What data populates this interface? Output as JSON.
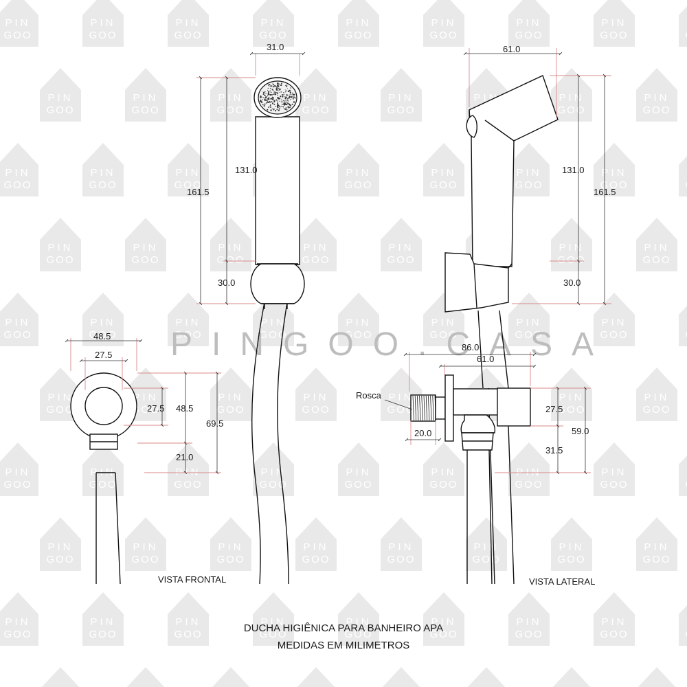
{
  "watermark": {
    "brand": "PINGOO.CASA",
    "tile_line1": "PIN",
    "tile_line2": "GOO"
  },
  "title": {
    "line1": "DUCHA HIGIÊNICA PARA BANHEIRO APA",
    "line2": "MEDIDAS EM MILIMETROS"
  },
  "views": {
    "front": "VISTA FRONTAL",
    "side": "VISTA LATERAL"
  },
  "labels": {
    "thread": "Rosca"
  },
  "dimensions": {
    "front_shower_width": "31.0",
    "front_shower_body": "131.0",
    "front_shower_total": "161.5",
    "front_shower_grip": "30.0",
    "side_shower_width": "61.0",
    "side_shower_body": "131.0",
    "side_shower_total": "161.5",
    "side_shower_grip": "30.0",
    "flange_outer": "48.5",
    "flange_inner": "27.5",
    "flange_inner_v": "27.5",
    "flange_outer_v": "48.5",
    "flange_total_v": "69.5",
    "flange_nut": "21.0",
    "valve_total": "86.0",
    "valve_body": "61.0",
    "valve_thread": "20.0",
    "valve_upper": "27.5",
    "valve_lower": "31.5",
    "valve_total_v": "59.0"
  },
  "colors": {
    "line": "#111111",
    "extension": "#d88a8a",
    "watermark": "#cfcfcf"
  }
}
